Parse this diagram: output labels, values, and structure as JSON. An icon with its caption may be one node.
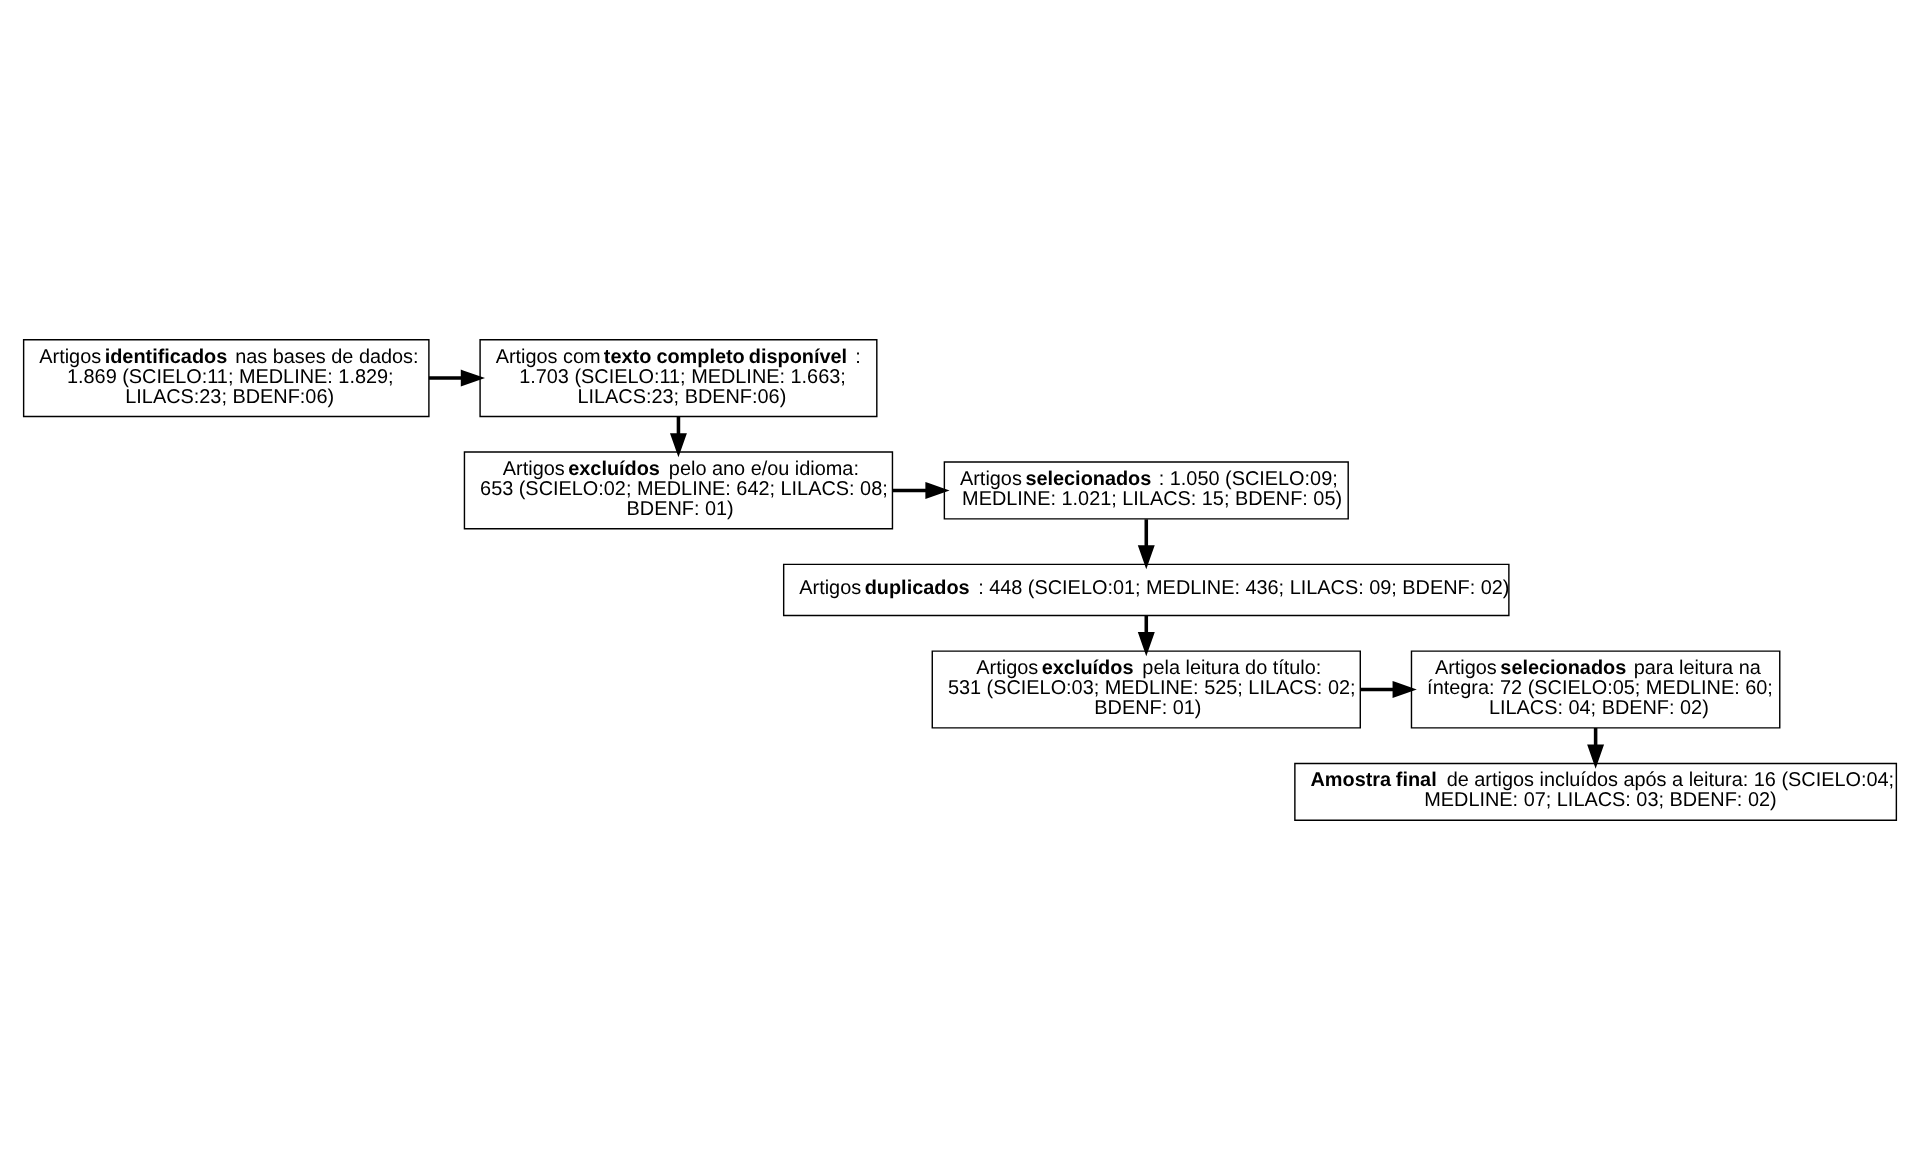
{
  "diagram": {
    "nodes": [
      {
        "text": [
          "Artigos **identificados** nas bases de dados: 1.869 (SCIELO:11; MEDLINE: 1.829; LILACS:23; BDENF:06)"
        ]
      },
      {
        "text": [
          "Artigos com **texto completo disponível**: 1.703 (SCIELO:11; MEDLINE: 1.663; LILACS:23; BDENF:06)"
        ]
      },
      {
        "text": [
          "Artigos **excluídos** pelo ano e/ou idioma: 653 (SCIELO:02; MEDLINE: 642; LILACS: 08; BDENF: 01)"
        ]
      },
      {
        "text": [
          "Artigos **selecionados**: 1.050 (SCIELO:09; MEDLINE: 1.021; LILACS: 15; BDENF: 05)"
        ]
      },
      {
        "text": [
          "Artigos **duplicados**: 448 (SCIELO:01; MEDLINE: 436; LILACS: 09; BDENF: 02)"
        ]
      },
      {
        "text": [
          "Artigos **excluídos** pela leitura do título: 531 (SCIELO:03; MEDLINE: 525; LILACS: 02; BDENF: 01)"
        ]
      },
      {
        "text": [
          "Artigos **selecionados** para leitura na íntegra: 72 (SCIELO:05; MEDLINE: 60; LILACS: 04; BDENF: 02)"
        ]
      },
      {
        "text": [
          "**Amostra final** de artigos incluídos após a leitura: 16 (SCIELO:04; MEDLINE: 07; LILACS: 03; BDENF: 02)"
        ]
      }
    ],
    "edges": [
      {
        "from": 0,
        "to": 1,
        "arrow": "to"
      },
      {
        "from": 1,
        "to": 2,
        "arrow": "to"
      },
      {
        "from": 2,
        "to": 3,
        "arrow": "to"
      },
      {
        "from": 3,
        "to": 4,
        "arrow": "to"
      },
      {
        "from": 4,
        "to": 5,
        "arrow": "to"
      },
      {
        "from": 5,
        "to": 6,
        "arrow": "to"
      },
      {
        "from": 6,
        "to": 7,
        "arrow": "to"
      }
    ]
  }
}
